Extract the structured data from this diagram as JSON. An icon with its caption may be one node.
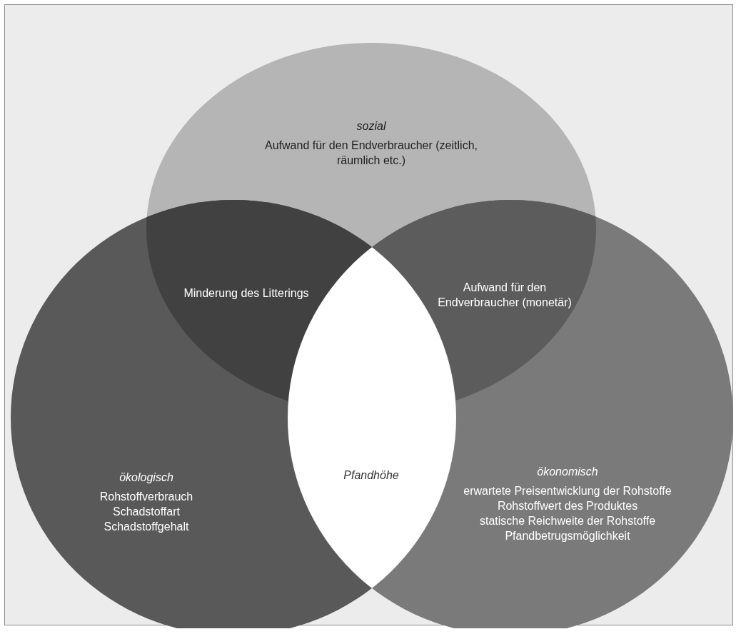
{
  "diagram": {
    "nodes": [
      {
        "text": [
          "sozial",
          "Aufwand für den Endverbraucher (zeitlich, räumlich etc.)"
        ]
      },
      {
        "text": [
          "ökologisch",
          "Rohstoffverbrauch",
          "Schadstoffart",
          "Schadstoffgehalt"
        ]
      },
      {
        "text": [
          "ökonomisch",
          "erwartete Preisentwicklung der Rohstoffe",
          "Rohstoffwert des Produktes",
          "statische Reichweite der Rohstoffe",
          "Pfandbetrugsmöglichkeit"
        ]
      },
      {
        "text": [
          "Minderung des Litterings"
        ]
      },
      {
        "text": [
          "Aufwand für den Endverbraucher (monetär)"
        ]
      },
      {
        "text": [
          "Pfandhöhe"
        ]
      }
    ],
    "edges": []
  }
}
